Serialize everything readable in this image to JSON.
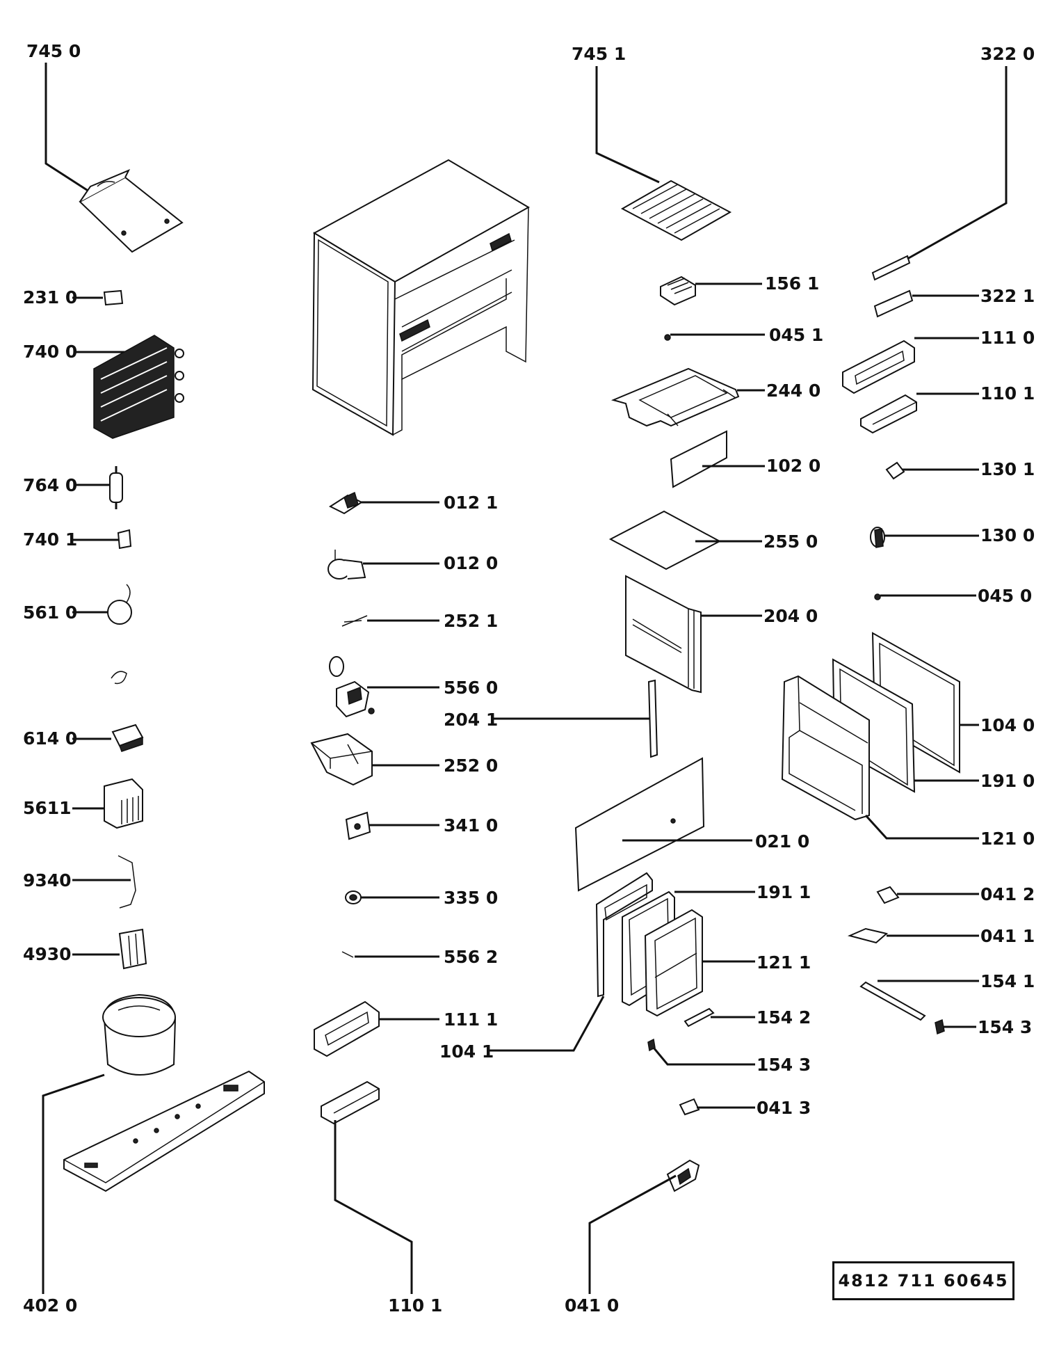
{
  "document_number": "4812  711  60645",
  "callouts": {
    "c7450": "745 0",
    "c7451": "745 1",
    "c3220": "322 0",
    "c2310": "231 0",
    "c7400": "740 0",
    "c7640": "764 0",
    "c7401": "740 1",
    "c5610": "561 0",
    "c6140": "614 0",
    "c5611": "5611",
    "c9340": "9340",
    "c4930": "4930",
    "c4020": "402 0",
    "c0121": "012 1",
    "c0120": "012 0",
    "c2521": "252 1",
    "c5560": "556 0",
    "c2041": "204 1",
    "c2520": "252 0",
    "c3410": "341 0",
    "c3350": "335 0",
    "c5562": "556 2",
    "c1111": "111 1",
    "c1041": "104 1",
    "c1101b": "110 1",
    "c1561": "156 1",
    "c0451": "045 1",
    "c2440": "244 0",
    "c1020": "102 0",
    "c2550": "255 0",
    "c2040": "204 0",
    "c0210": "021 0",
    "c1911": "191 1",
    "c1211": "121 1",
    "c1542": "154 2",
    "c1543a": "154 3",
    "c0413": "041 3",
    "c0410": "041 0",
    "c3221": "322 1",
    "c1110": "111 0",
    "c1101": "110 1",
    "c1301": "130 1",
    "c1300": "130 0",
    "c0450": "045 0",
    "c1040": "104 0",
    "c1910": "191 0",
    "c1210": "121 0",
    "c0412": "041 2",
    "c0411": "041 1",
    "c1541": "154 1",
    "c1543b": "154 3"
  }
}
